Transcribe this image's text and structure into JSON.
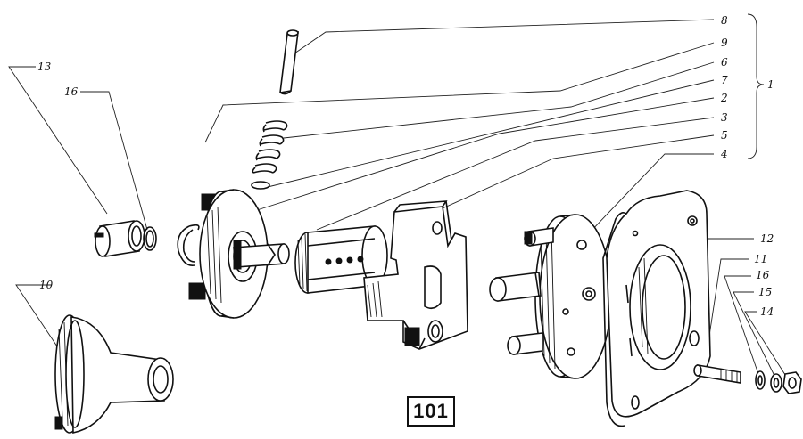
{
  "figure": {
    "number": "101"
  },
  "callouts": [
    {
      "key": "c8",
      "text": "8"
    },
    {
      "key": "c9",
      "text": "9"
    },
    {
      "key": "c6",
      "text": "6"
    },
    {
      "key": "c7",
      "text": "7"
    },
    {
      "key": "c2",
      "text": "2"
    },
    {
      "key": "c3",
      "text": "3"
    },
    {
      "key": "c5",
      "text": "5"
    },
    {
      "key": "c4",
      "text": "4"
    },
    {
      "key": "c1",
      "text": "1"
    },
    {
      "key": "c13",
      "text": "13"
    },
    {
      "key": "c16a",
      "text": "16"
    },
    {
      "key": "c10",
      "text": "10"
    },
    {
      "key": "c12",
      "text": "12"
    },
    {
      "key": "c11",
      "text": "11"
    },
    {
      "key": "c16b",
      "text": "16"
    },
    {
      "key": "c15",
      "text": "15"
    },
    {
      "key": "c14",
      "text": "14"
    }
  ],
  "colors": {
    "ink": "#111111",
    "paper": "#ffffff"
  }
}
